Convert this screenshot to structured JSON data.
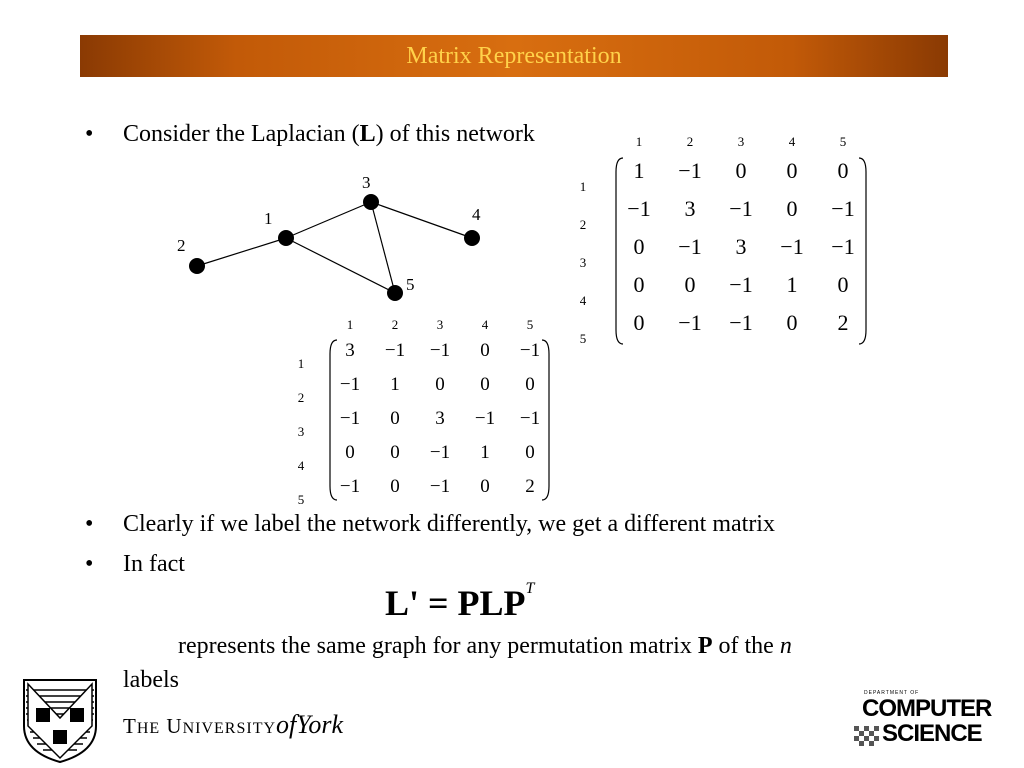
{
  "slide": {
    "title": "Matrix Representation",
    "bullets": [
      {
        "dot": "•",
        "parts": {
          "before": "Consider the Laplacian (",
          "bold": "L",
          "after": ") of this network"
        }
      },
      {
        "dot": "•",
        "text": "Clearly if we label the network differently, we get a different matrix"
      },
      {
        "dot": "•",
        "text": "In fact"
      }
    ],
    "formula": {
      "lhs": "L' = PLP",
      "sup": "T"
    },
    "continuation": {
      "line1_before": "represents the same graph for any permutation matrix ",
      "line1_bold": "P",
      "line1_after": " of the ",
      "line1_italic": "n",
      "line2": "labels"
    }
  },
  "graph": {
    "nodes": [
      {
        "id": "1",
        "label": "1"
      },
      {
        "id": "2",
        "label": "2"
      },
      {
        "id": "3",
        "label": "3"
      },
      {
        "id": "4",
        "label": "4"
      },
      {
        "id": "5",
        "label": "5"
      }
    ],
    "edges": [
      [
        "1",
        "2"
      ],
      [
        "1",
        "3"
      ],
      [
        "1",
        "5"
      ],
      [
        "3",
        "4"
      ],
      [
        "3",
        "5"
      ]
    ]
  },
  "matrix_a": {
    "col_headers": [
      "1",
      "2",
      "3",
      "4",
      "5"
    ],
    "row_headers": [
      "1",
      "2",
      "3",
      "4",
      "5"
    ],
    "rows": [
      [
        "1",
        "−1",
        "0",
        "0",
        "0"
      ],
      [
        "−1",
        "3",
        "−1",
        "0",
        "−1"
      ],
      [
        "0",
        "−1",
        "3",
        "−1",
        "−1"
      ],
      [
        "0",
        "0",
        "−1",
        "1",
        "0"
      ],
      [
        "0",
        "−1",
        "−1",
        "0",
        "2"
      ]
    ]
  },
  "matrix_b": {
    "col_headers": [
      "1",
      "2",
      "3",
      "4",
      "5"
    ],
    "row_headers": [
      "1",
      "2",
      "3",
      "4",
      "5"
    ],
    "rows": [
      [
        "3",
        "−1",
        "−1",
        "0",
        "−1"
      ],
      [
        "−1",
        "1",
        "0",
        "0",
        "0"
      ],
      [
        "−1",
        "0",
        "3",
        "−1",
        "−1"
      ],
      [
        "0",
        "0",
        "−1",
        "1",
        "0"
      ],
      [
        "−1",
        "0",
        "−1",
        "0",
        "2"
      ]
    ]
  },
  "footer": {
    "university_the": "T",
    "university_he": "HE",
    "university_u": "U",
    "university_niversity": "NIVERSITY",
    "university_of": "of",
    "university_york": "York",
    "dept_small": "DEPARTMENT OF",
    "dept_word1": "COMPUTER",
    "dept_word2": "SCIENCE"
  },
  "colors": {
    "title_bar": "#c25a08",
    "title_text": "#ffd24a"
  }
}
